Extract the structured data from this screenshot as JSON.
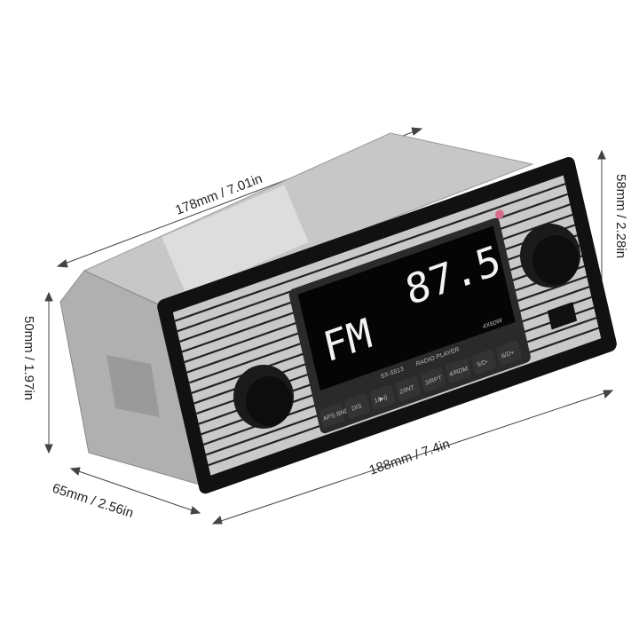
{
  "dimensions": {
    "depth_top": "178mm / 7.01in",
    "front_height": "58mm / 2.28in",
    "side_height": "50mm / 1.97in",
    "front_width": "188mm / 7.4in",
    "side_depth": "65mm / 2.56in"
  },
  "display": {
    "band": "FM",
    "frequency": "87.5",
    "model": "SX-5513",
    "caption": "RADIO PLAYER",
    "power": "4X60W"
  },
  "buttons": [
    "APS BND",
    "DIS",
    "1/▶||",
    "2/INT",
    "3/RPT",
    "4/RDM",
    "5/D-",
    "6/D+"
  ],
  "colors": {
    "body": "#111111",
    "faceplate": "#c9c9c9",
    "chassis": "#b8b8b8",
    "indicator": "#d86a8a"
  }
}
